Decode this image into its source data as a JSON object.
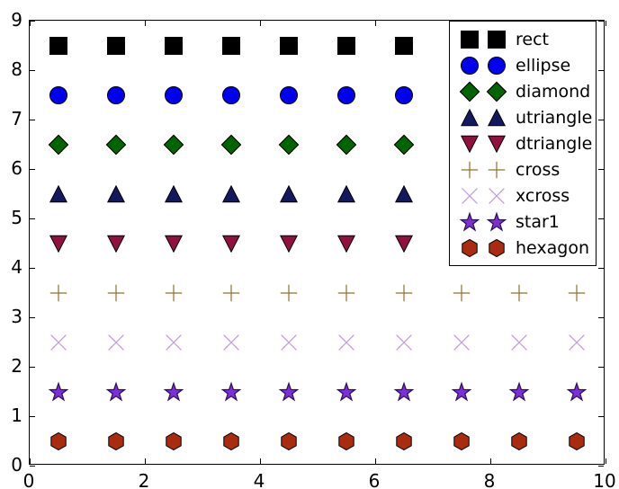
{
  "chart_data": {
    "type": "scatter",
    "title": "",
    "xlabel": "",
    "ylabel": "",
    "xlim": [
      0,
      10
    ],
    "ylim": [
      0,
      9
    ],
    "xticks": [
      0,
      2,
      4,
      6,
      8,
      10
    ],
    "yticks": [
      0,
      1,
      2,
      3,
      4,
      5,
      6,
      7,
      8,
      9
    ],
    "xticklabels": [
      "0",
      "2",
      "4",
      "6",
      "8",
      "10"
    ],
    "yticklabels": [
      "0",
      "1",
      "2",
      "3",
      "4",
      "5",
      "6",
      "7",
      "8",
      "9"
    ],
    "grid": false,
    "legend_position": "upper right",
    "x": [
      0.5,
      1.5,
      2.5,
      3.5,
      4.5,
      5.5,
      6.5,
      7.5,
      8.5,
      9.5
    ],
    "series": [
      {
        "name": "rect",
        "marker": "square",
        "color": "#000000",
        "edgecolor": "#000000",
        "y_value": 8.5,
        "values": [
          8.5,
          8.5,
          8.5,
          8.5,
          8.5,
          8.5,
          8.5,
          8.5,
          8.5,
          8.5
        ]
      },
      {
        "name": "ellipse",
        "marker": "circle",
        "color": "#0000ee",
        "edgecolor": "#000000",
        "y_value": 7.5,
        "values": [
          7.5,
          7.5,
          7.5,
          7.5,
          7.5,
          7.5,
          7.5,
          7.5,
          7.5,
          7.5
        ]
      },
      {
        "name": "diamond",
        "marker": "diamond",
        "color": "#006400",
        "edgecolor": "#000000",
        "y_value": 6.5,
        "values": [
          6.5,
          6.5,
          6.5,
          6.5,
          6.5,
          6.5,
          6.5,
          6.5,
          6.5,
          6.5
        ]
      },
      {
        "name": "utriangle",
        "marker": "triangle-up",
        "color": "#12195e",
        "edgecolor": "#000000",
        "y_value": 5.5,
        "values": [
          5.5,
          5.5,
          5.5,
          5.5,
          5.5,
          5.5,
          5.5,
          5.5,
          5.5,
          5.5
        ]
      },
      {
        "name": "dtriangle",
        "marker": "triangle-down",
        "color": "#8e1140",
        "edgecolor": "#000000",
        "y_value": 4.5,
        "values": [
          4.5,
          4.5,
          4.5,
          4.5,
          4.5,
          4.5,
          4.5,
          4.5,
          4.5,
          4.5
        ]
      },
      {
        "name": "cross",
        "marker": "plus",
        "color": "#92702a",
        "edgecolor": "#92702a",
        "y_value": 3.5,
        "values": [
          3.5,
          3.5,
          3.5,
          3.5,
          3.5,
          3.5,
          3.5,
          3.5,
          3.5,
          3.5
        ]
      },
      {
        "name": "xcross",
        "marker": "x",
        "color": "#c49bd4",
        "edgecolor": "#c49bd4",
        "y_value": 2.5,
        "values": [
          2.5,
          2.5,
          2.5,
          2.5,
          2.5,
          2.5,
          2.5,
          2.5,
          2.5,
          2.5
        ]
      },
      {
        "name": "star1",
        "marker": "star",
        "color": "#7b2fd4",
        "edgecolor": "#2b1050",
        "y_value": 1.5,
        "values": [
          1.5,
          1.5,
          1.5,
          1.5,
          1.5,
          1.5,
          1.5,
          1.5,
          1.5,
          1.5
        ]
      },
      {
        "name": "hexagon",
        "marker": "hexagon",
        "color": "#aa2b10",
        "edgecolor": "#000000",
        "y_value": 0.5,
        "values": [
          0.5,
          0.5,
          0.5,
          0.5,
          0.5,
          0.5,
          0.5,
          0.5,
          0.5,
          0.5
        ]
      }
    ]
  },
  "legend": {
    "entries": [
      {
        "label": "rect"
      },
      {
        "label": "ellipse"
      },
      {
        "label": "diamond"
      },
      {
        "label": "utriangle"
      },
      {
        "label": "dtriangle"
      },
      {
        "label": "cross"
      },
      {
        "label": "xcross"
      },
      {
        "label": "star1"
      },
      {
        "label": "hexagon"
      }
    ]
  }
}
